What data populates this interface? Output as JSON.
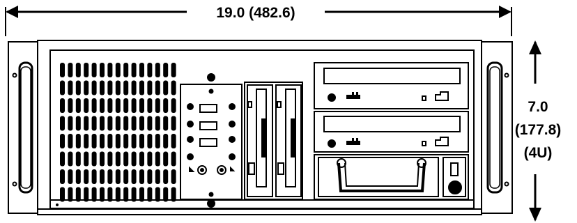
{
  "dimensions": {
    "width_label": "19.0 (482.6)",
    "height_inches": "7.0",
    "height_mm": "(177.8)",
    "height_units": "(4U)"
  },
  "colors": {
    "line": "#000000",
    "background": "#ffffff"
  }
}
